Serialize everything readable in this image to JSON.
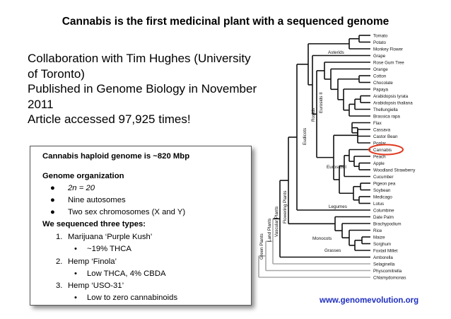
{
  "title": "Cannabis is the first medicinal plant with a sequenced genome",
  "body_lines": [
    "Collaboration with Tim Hughes (University",
    "of Toronto)",
    "Published in Genome Biology in November",
    "2011",
    "Article accessed 97,925 times!"
  ],
  "box": {
    "heading": "Cannabis haploid genome is ~820 Mbp",
    "org_heading": "Genome organization",
    "bullets": [
      "2n = 20",
      "Nine autosomes",
      "Two sex chromosomes (X and Y)"
    ],
    "seq_heading": "We sequenced three types:",
    "types": [
      {
        "num": "1.",
        "name": "Marijuana ‘Purple Kush’",
        "sub": "~19% THCA"
      },
      {
        "num": "2.",
        "name": "Hemp ‘Finola’",
        "sub": "Low THCA, 4% CBDA"
      },
      {
        "num": "3.",
        "name": "Hemp ‘USO-31’",
        "sub": "Low to zero cannabinoids"
      }
    ]
  },
  "tree": {
    "taxa": [
      "Tomato",
      "Potato",
      "Monkey Flower",
      "Grape",
      "Rose Gum Tree",
      "Orange",
      "Cotton",
      "Chocolate",
      "Papaya",
      "Arabidopsis lyrata",
      "Arabidopsis thaliana",
      "Thellungiella",
      "Brassica rapa",
      "Flax",
      "Cassava",
      "Castor Bean",
      "Poplar",
      "Cannabis",
      "Peach",
      "Apple",
      "Woodland Strawberry",
      "Cucumber",
      "Pigeon pea",
      "Soybean",
      "Medicago",
      "Lotus",
      "Columbine",
      "Date Palm",
      "Brachypodium",
      "Rice",
      "Maize",
      "Sorghum",
      "Foxtail Millet",
      "Amborella",
      "Selaginella",
      "Physcomitrella",
      "Chlamydomonas"
    ],
    "clades": [
      "Asterids",
      "Eurosids II",
      "Rosids",
      "Eudicots",
      "Eurosids I",
      "Legumes",
      "Flowering Plants",
      "Vascular Plants",
      "Land Plants",
      "Green Plants",
      "Monocots",
      "Grasses"
    ],
    "highlight_color": "#e0391f"
  },
  "source_url": "www.genomevolution.org"
}
